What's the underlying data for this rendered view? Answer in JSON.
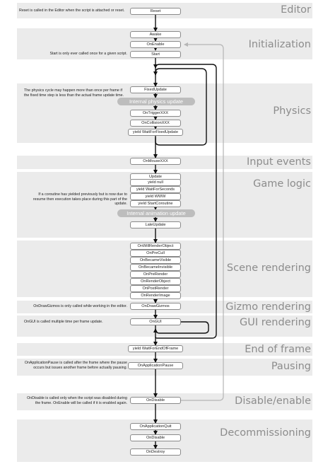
{
  "sections": {
    "editor": "Editor",
    "initialization": "Initialization",
    "physics": "Physics",
    "input_events": "Input events",
    "game_logic": "Game logic",
    "scene_rendering": "Scene rendering",
    "gizmo_rendering": "Gizmo rendering",
    "gui_rendering": "GUI rendering",
    "end_of_frame": "End of frame",
    "pausing": "Pausing",
    "disable_enable": "Disable/enable",
    "decommissioning": "Decommissioning"
  },
  "nodes": {
    "reset": "Reset",
    "awake": "Awake",
    "onenable": "OnEnable",
    "start": "Start",
    "fixedupdate": "FixedUpdate",
    "ontriggerxxx": "OnTriggerXXX",
    "oncollisionxxx": "OnCollisionXXX",
    "yield_waitforfixedupdate": "yield WaitForFixedUpdate",
    "onmousexxx": "OnMouseXXX",
    "update": "Update",
    "yield_null": "yield null",
    "yield_waitforseconds": "yield WaitForSeconds",
    "yield_www": "yield WWW",
    "yield_startcoroutine": "yield StartCoroutine",
    "lateupdate": "LateUpdate",
    "onwillrenderobject": "OnWillRenderObject",
    "onprecull": "OnPreCull",
    "onbecamevisible": "OnBecameVisible",
    "onbecameinvisible": "OnBecameInvisible",
    "onprerender": "OnPreRender",
    "onrenderobject": "OnRenderObject",
    "onpostrender": "OnPostRender",
    "onrenderimage": "OnRenderImage",
    "ondrawgizmos": "OnDrawGizmos",
    "ongui": "OnGUI",
    "yield_waitforendofframe": "yield WaitForEndOfFrame",
    "onapplicationpause": "OnApplicationPause",
    "ondisable": "OnDisable",
    "onapplicationquit": "OnApplicationQuit",
    "ondisable_final": "OnDisable",
    "ondestroy": "OnDestroy"
  },
  "internal_steps": {
    "physics": "Internal physics update",
    "animation": "Internal animation update"
  },
  "notes": {
    "reset": "Reset is called in the Editor when the script is attached or reset.",
    "start": "Start is only ever called once for a given script.",
    "physics": "The physics cycle may happen more than once per frame if the fixed time step is less than the actual frame update time.",
    "coroutine": "If a coroutine has yielded previously but is now due to resume then execution takes place during this part of the update.",
    "gizmos": "OnDrawGizmos is only called while working in the editor.",
    "gui": "OnGUI is called multiple time per frame update.",
    "pause": "OnApplicationPause is called after the frame where the pause occurs but issues another frame before actually pausing.",
    "disable": "OnDisable is called only when the script was disabled during the frame. OnEnable will be called if it is enabled again."
  },
  "colors": {
    "band": "#ebebeb",
    "label": "#8c8c8c",
    "arrow": "#111111",
    "return_arrow": "#b5b5b5",
    "internal": "#bdbdbd"
  }
}
